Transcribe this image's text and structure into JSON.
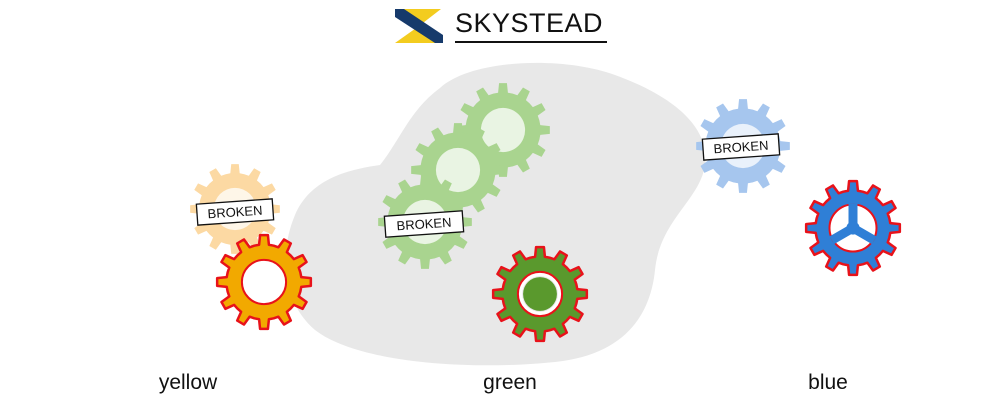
{
  "brand": {
    "name": "SKYSTEAD",
    "colors": {
      "navy": "#163a6b",
      "yellow": "#f3cc1f"
    }
  },
  "groups": [
    {
      "id": "yellow",
      "label": "yellow"
    },
    {
      "id": "green",
      "label": "green"
    },
    {
      "id": "blue",
      "label": "blue"
    }
  ],
  "gears": [
    {
      "name": "gear-yellow-broken",
      "group": "yellow",
      "state": "broken",
      "fill": "#fcd9a3",
      "outline": "none",
      "hub": "ring"
    },
    {
      "name": "gear-yellow-active",
      "group": "yellow",
      "state": "active",
      "fill": "#f2a900",
      "outline": "#e8121a",
      "hub": "ring"
    },
    {
      "name": "gear-green-broken-1",
      "group": "green",
      "state": "broken",
      "fill": "#a9d48f",
      "outline": "none",
      "hub": "ring"
    },
    {
      "name": "gear-green-broken-2",
      "group": "green",
      "state": "broken",
      "fill": "#a9d48f",
      "outline": "none",
      "hub": "ring"
    },
    {
      "name": "gear-green-broken-3",
      "group": "green",
      "state": "broken",
      "fill": "#a9d48f",
      "outline": "none",
      "hub": "ring"
    },
    {
      "name": "gear-green-active",
      "group": "green",
      "state": "active",
      "fill": "#5a992d",
      "outline": "#e8121a",
      "hub": "ring-dot"
    },
    {
      "name": "gear-blue-broken",
      "group": "blue",
      "state": "broken",
      "fill": "#a6c6ee",
      "outline": "none",
      "hub": "ring"
    },
    {
      "name": "gear-blue-active",
      "group": "blue",
      "state": "active",
      "fill": "#2f7fd6",
      "outline": "#e8121a",
      "hub": "spokes"
    }
  ],
  "badges": [
    {
      "name": "broken-badge-yellow",
      "text": "BROKEN"
    },
    {
      "name": "broken-badge-green",
      "text": "BROKEN"
    },
    {
      "name": "broken-badge-blue",
      "text": "BROKEN"
    }
  ],
  "highlight_region": {
    "color": "#e8e8e8",
    "group": "green"
  }
}
